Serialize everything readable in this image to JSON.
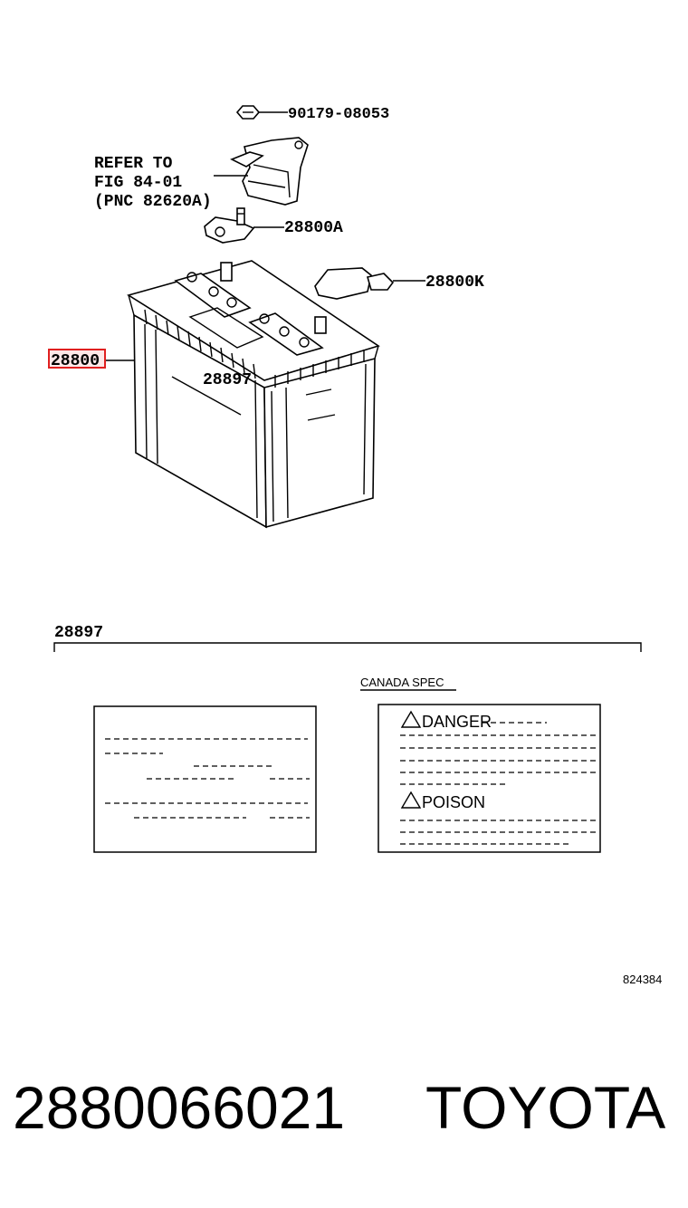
{
  "callouts": {
    "bolt": "90179-08053",
    "refer_line1": "REFER TO",
    "refer_line2": "FIG 84-01",
    "refer_line3": "(PNC 82620A)",
    "terminal": "28800A",
    "cover": "28800K",
    "battery": "28800",
    "label_on_battery": "28897"
  },
  "label_detail": {
    "title": "28897",
    "canada_spec": "CANADA SPEC",
    "danger": "DANGER",
    "poison": "POISON"
  },
  "image_ref": "824384",
  "footer": {
    "part_number": "2880066021",
    "brand": "TOYOTA"
  },
  "colors": {
    "highlight": "#e02020",
    "highlight_fill": "#fde8e8"
  }
}
